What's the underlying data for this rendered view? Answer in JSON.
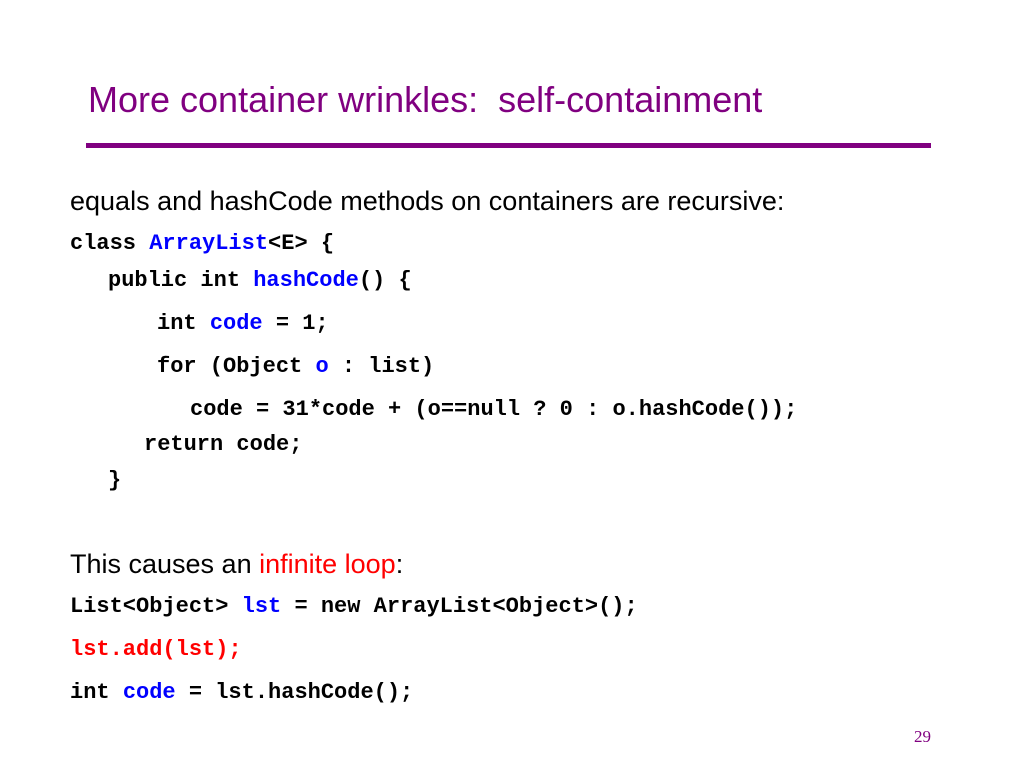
{
  "slide": {
    "title": "More container wrinkles:  self-containment",
    "page_number": "29",
    "colors": {
      "title": "#800080",
      "highlight": "#0000ff",
      "warning": "#ff0000"
    },
    "intro": "equals and hashCode methods on containers are recursive:",
    "code1": [
      {
        "parts": [
          "class ",
          "ArrayList",
          "<E> {"
        ]
      },
      {
        "parts": [
          "public int ",
          "hashCode",
          "() {"
        ]
      },
      {
        "parts": [
          "int ",
          "code",
          " = 1;"
        ]
      },
      {
        "parts": [
          "for (Object ",
          "o",
          " : list)"
        ]
      },
      {
        "parts": [
          "code = 31*code + (o==null ? 0 : o.hashCode());"
        ]
      },
      {
        "parts": [
          "return code;"
        ]
      },
      {
        "parts": [
          "}"
        ]
      }
    ],
    "cause": {
      "before": "This causes an ",
      "highlight": "infinite loop",
      "after": ":"
    },
    "code2": [
      {
        "parts": [
          "List<Object> ",
          "lst",
          " = new ArrayList<Object>();"
        ]
      },
      {
        "parts": [
          "lst.add(lst);"
        ]
      },
      {
        "parts": [
          "int ",
          "code",
          " = lst.hashCode();"
        ]
      }
    ]
  }
}
